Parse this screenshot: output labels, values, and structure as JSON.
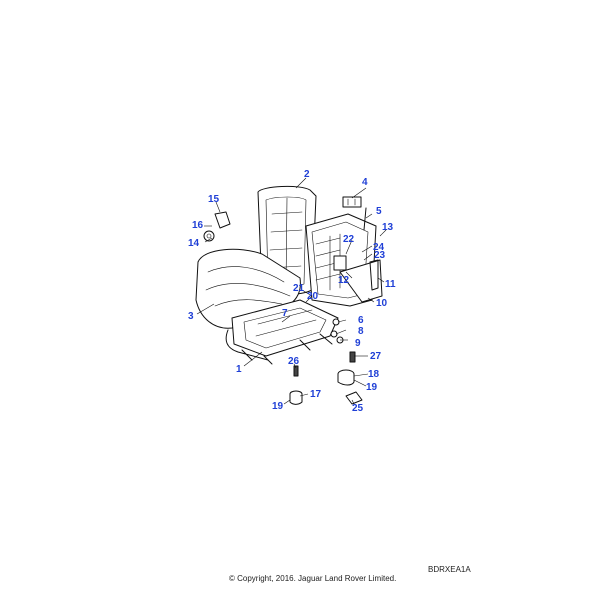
{
  "diagram": {
    "callouts": [
      "1",
      "2",
      "3",
      "4",
      "5",
      "6",
      "7",
      "8",
      "9",
      "10",
      "11",
      "12",
      "13",
      "14",
      "15",
      "16",
      "17",
      "18",
      "19",
      "19",
      "20",
      "21",
      "22",
      "23",
      "24",
      "25",
      "26",
      "27"
    ],
    "reference_code": "BDRXEA1A",
    "copyright": "© Copyright, 2016. Jaguar Land Rover Limited."
  },
  "colors": {
    "callout": "#1f3fd6",
    "line": "#111111",
    "background": "#ffffff"
  }
}
